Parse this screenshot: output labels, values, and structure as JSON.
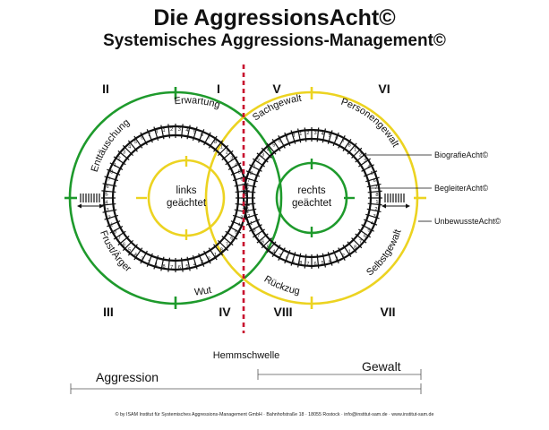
{
  "title": "Die AggressionsAcht©",
  "subtitle": "Systemisches Aggressions-Management©",
  "quadrants": [
    "II",
    "I",
    "V",
    "VI",
    "III",
    "IV",
    "VIII",
    "VII"
  ],
  "arc_labels": [
    "Enttäuschung",
    "Erwartung",
    "Sachgewalt",
    "Personengewalt",
    "Frust/Ärger",
    "Wut",
    "Rückzug",
    "Selbstgewalt"
  ],
  "center_labels": {
    "left": [
      "links",
      "geächtet"
    ],
    "right": [
      "rechts",
      "geächtet"
    ]
  },
  "scale_digits": [
    "1",
    "2",
    "3",
    "4",
    "5",
    "6",
    "7",
    "8"
  ],
  "legend": [
    "BiografieAcht©",
    "BegleiterAcht©",
    "UnbewussteAcht©"
  ],
  "bottom": {
    "threshold": "Hemmschwelle",
    "left": "Aggression",
    "right": "Gewalt"
  },
  "footer": "© by ISAM Institut für Systemisches Aggressions-Management GmbH · Bahnhofstraße 18 · 18055 Rostock · info@institut-sam.de · www.institut-sam.de",
  "colors": {
    "green": "#1e9a2c",
    "yellow": "#ecd321",
    "black": "#111111",
    "red": "#c8102e"
  }
}
